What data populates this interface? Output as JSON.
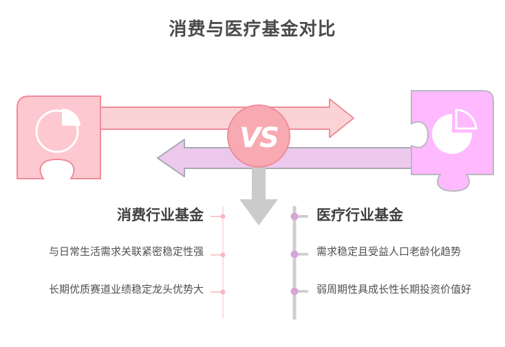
{
  "title": "消费与医疗基金对比",
  "vs_label": "VS",
  "left": {
    "heading": "消费行业基金",
    "items": [
      "与日常生活需求关联紧密稳定性强",
      "长期优质赛道业绩稳定龙头优势大"
    ]
  },
  "right": {
    "heading": "医疗行业基金",
    "items": [
      "需求稳定且受益人口老龄化趋势",
      "弱周期性具成长性长期投资价值好"
    ]
  },
  "colors": {
    "left_puzzle": "#fdc8cf",
    "left_puzzle_stroke": "#ee8c99",
    "right_puzzle": "#ffb9ff",
    "right_puzzle_stroke": "#b8b8c0",
    "pink_arrow": "#fbd3d7",
    "purple_arrow": "#ecc9ec",
    "vs_circle": "#f8aab3",
    "down_arrow": "#cbcbcb",
    "timeline_left": "#f8c7cf",
    "timeline_right": "#cfcfcf",
    "node_right": "#d7a5d7"
  }
}
